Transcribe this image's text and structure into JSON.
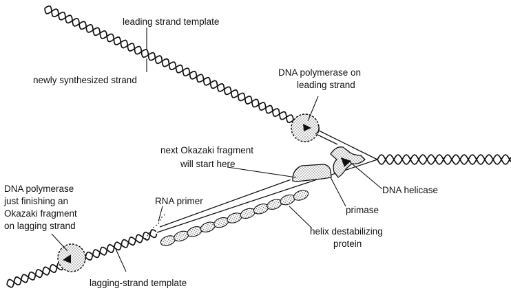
{
  "labels": {
    "leading_template": "leading strand template",
    "newly_synth": "newly synthesized strand",
    "pol_leading_1": "DNA polymerase on",
    "pol_leading_2": "leading strand",
    "okazaki_next_1": "next Okazaki fragment",
    "okazaki_next_2": "will start here",
    "helicase": "DNA helicase",
    "pol_lagging_1": "DNA polymerase",
    "pol_lagging_2": "just finishing an",
    "pol_lagging_3": "Okazaki fragment",
    "pol_lagging_4": "on lagging strand",
    "rna_primer": "RNA primer",
    "primase": "primase",
    "ssb_1": "helix destabilizing",
    "ssb_2": "protein",
    "lagging_template": "lagging-strand template"
  },
  "icons": {
    "polymerase": "dotted-circle-icon",
    "helicase": "helicase-shape-icon",
    "primase": "primase-shape-icon",
    "ssb": "dotted-ellipse-icon"
  }
}
